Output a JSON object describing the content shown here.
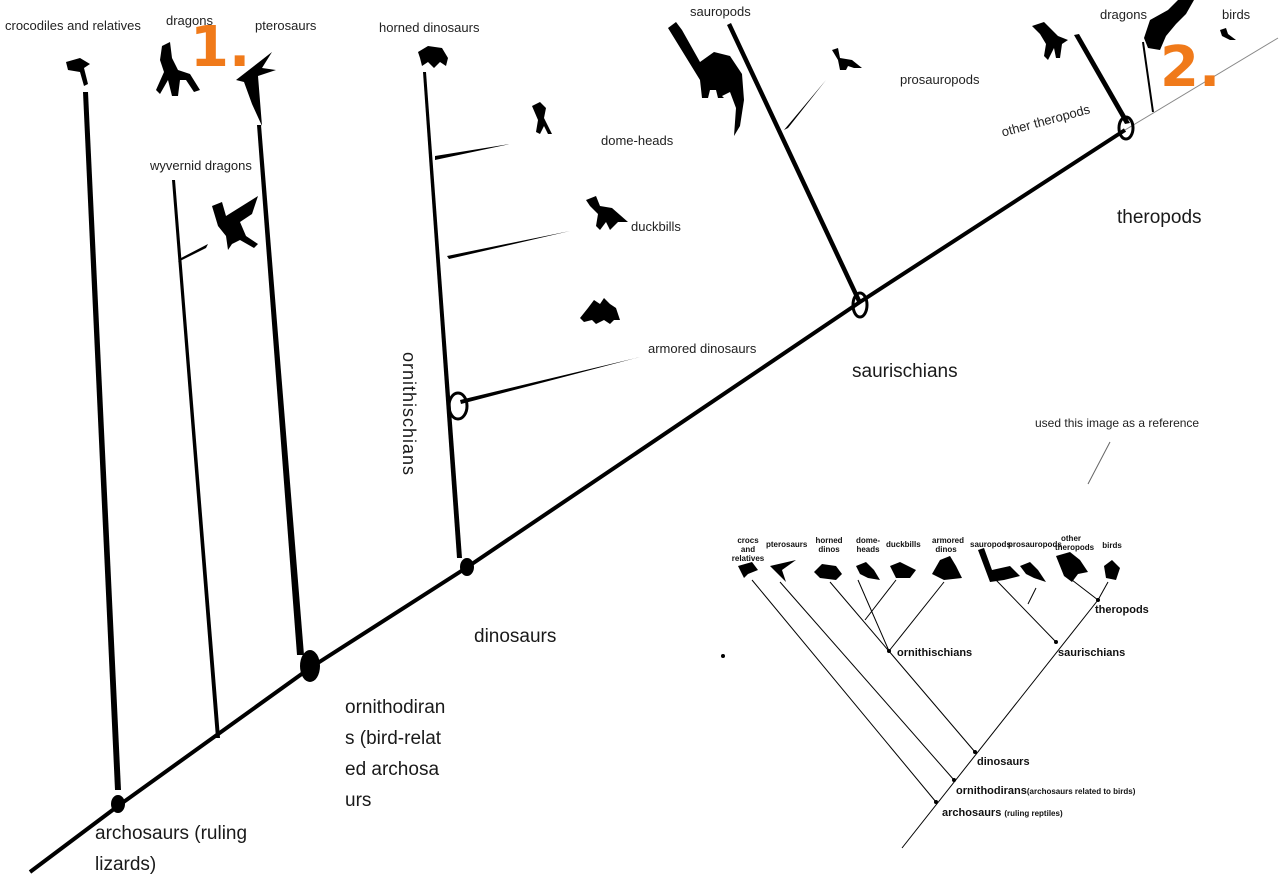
{
  "main_tree": {
    "leaves": {
      "crocodiles": "crocodiles and relatives",
      "dragons_1": "dragons",
      "pterosaurs": "pterosaurs",
      "horned": "horned dinosaurs",
      "sauropods": "sauropods",
      "dragons_2": "dragons",
      "birds": "birds",
      "wyvernid": "wyvernid dragons",
      "dome_heads": "dome-heads",
      "duckbills": "duckbills",
      "armored": "armored dinosaurs",
      "prosauropods": "prosauropods",
      "other_theropods": "other theropods"
    },
    "clades": {
      "ornithischians": "ornithischians",
      "saurischians": "saurischians",
      "theropods": "theropods",
      "dinosaurs": "dinosaurs",
      "ornithodirans": "ornithodirans (bird-related archosaurs",
      "archosaurs": "archosaurs (ruling lizards)"
    },
    "annotations": {
      "mark_1": "1.",
      "mark_2": "2.",
      "accent_color": "#f07a1a"
    }
  },
  "reference_note": "used this image as a reference",
  "reference_tree": {
    "leaves": [
      "crocs and relatives",
      "pterosaurs",
      "horned dinos",
      "dome-heads",
      "duckbills",
      "armored dinos",
      "sauropods",
      "prosauropods",
      "other theropods",
      "birds"
    ],
    "nodes": {
      "theropods": "theropods",
      "ornithischians": "ornithischians",
      "saurischians": "saurischians",
      "dinosaurs": "dinosaurs",
      "ornithodirans": "ornithodirans",
      "ornithodirans_note": "(archosaurs related to birds)",
      "archosaurs": "archosaurs",
      "archosaurs_note": "(ruling reptiles)"
    }
  }
}
